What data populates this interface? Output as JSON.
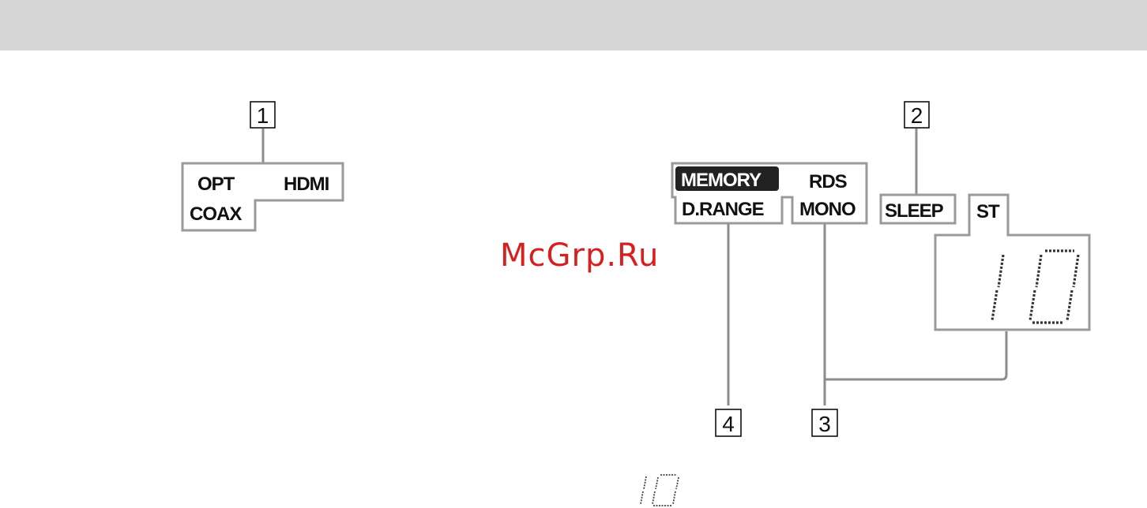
{
  "header": {
    "color": "#d6d6d6"
  },
  "colors": {
    "outline": "#9a9a9a",
    "text": "#111111",
    "highlight_bg": "#222222",
    "watermark": "#d81f1f"
  },
  "callouts": [
    {
      "number": "1"
    },
    {
      "number": "2"
    },
    {
      "number": "3"
    },
    {
      "number": "4"
    }
  ],
  "indicators": {
    "input_group": {
      "opt": "OPT",
      "hdmi": "HDMI",
      "coax": "COAX"
    },
    "tuner_group": {
      "memory": "MEMORY",
      "rds": "RDS",
      "d_range": "D.RANGE",
      "mono": "MONO"
    },
    "sleep": "SLEEP",
    "st": "ST",
    "digit_display": "10",
    "small_digit_display": "10"
  },
  "watermark": "McGrp.Ru"
}
